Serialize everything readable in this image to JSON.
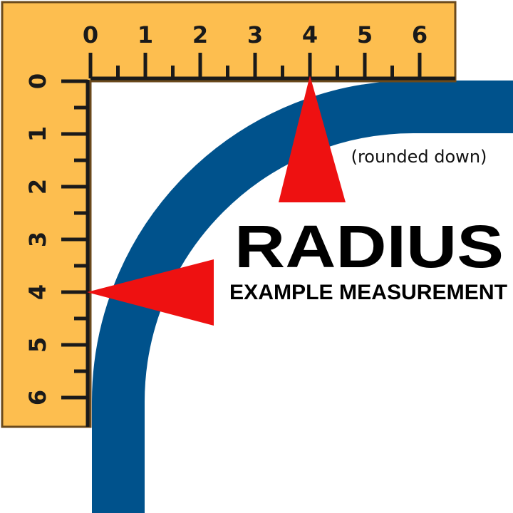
{
  "colors": {
    "ruler_fill": "#FDBE4F",
    "ruler_edge": "#6b4a1c",
    "tick": "#1a1a1a",
    "curve": "#00528C",
    "arrow": "#EE1111",
    "background": "#FFFFFF"
  },
  "ruler": {
    "top_labels": [
      "0",
      "1",
      "2",
      "3",
      "4",
      "5",
      "6"
    ],
    "left_labels": [
      "0",
      "1",
      "2",
      "3",
      "4",
      "5",
      "6"
    ],
    "subdivisions_per_unit": 2
  },
  "measurement": {
    "radius_units": 4
  },
  "labels": {
    "title": "RADIUS",
    "subtitle": "EXAMPLE MEASUREMENT",
    "note": "(rounded down)"
  }
}
